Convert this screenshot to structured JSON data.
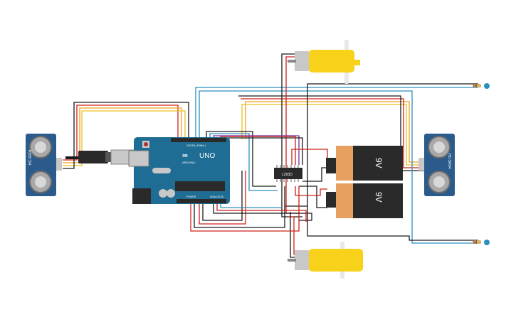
{
  "arduino": {
    "brand": "UNO",
    "sub": "ARDUINO",
    "digital_label": "DIGITAL (PWM~)",
    "analog_label": "ANALOG IN",
    "power_label": "POWER"
  },
  "driver_ic": {
    "label": "L293D"
  },
  "batteries": [
    {
      "label": "9V"
    },
    {
      "label": "9V"
    }
  ],
  "sensors": [
    {
      "label": "HC-SR04",
      "side": "left"
    },
    {
      "label": "HC-SR04",
      "side": "right"
    }
  ],
  "colors": {
    "wire_black": "#1a1a1a",
    "wire_red": "#d0201a",
    "wire_orange": "#f0a020",
    "wire_yellow": "#e8c020",
    "wire_blue": "#2a8fc0",
    "wire_purple": "#7a2fa0",
    "arduino_board": "#1f6d94",
    "sensor_board": "#2b5b8a",
    "motor_yellow": "#f7d11a",
    "battery_orange": "#e8a060",
    "battery_dark": "#2a2a2a"
  }
}
